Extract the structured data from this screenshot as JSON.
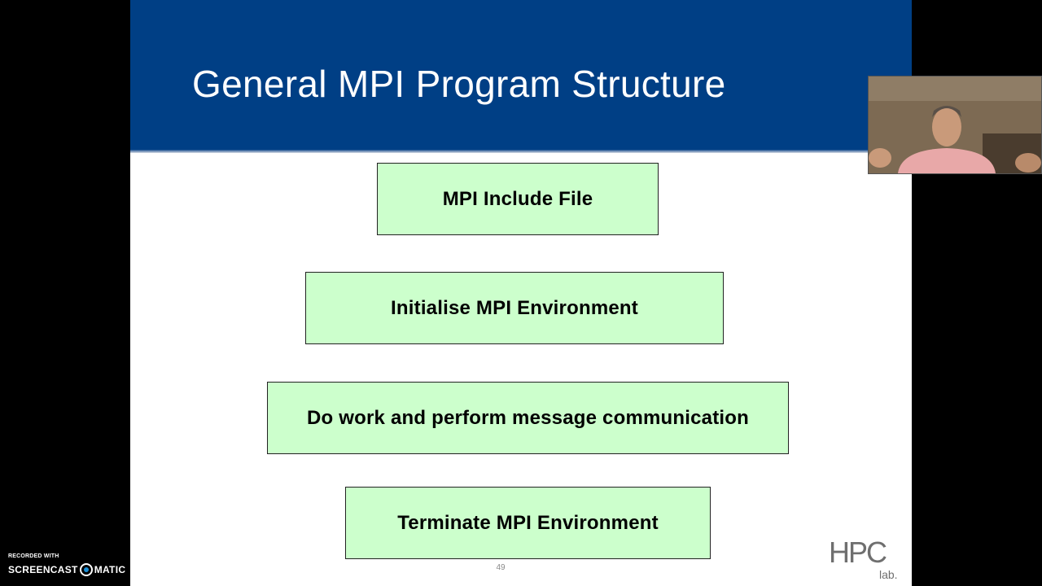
{
  "slide": {
    "title": "General MPI Program Structure",
    "steps": [
      "MPI Include File",
      "Initialise MPI Environment",
      "Do work and perform message communication",
      "Terminate MPI Environment"
    ],
    "page_number": "49",
    "logo": {
      "text": "HPC",
      "sub": "lab."
    }
  },
  "recorder": {
    "caption": "RECORDED WITH",
    "brand_left": "SCREENCAST",
    "brand_right": "MATIC"
  },
  "colors": {
    "title_bar": "#003f85",
    "step_fill": "#ccffcc"
  }
}
